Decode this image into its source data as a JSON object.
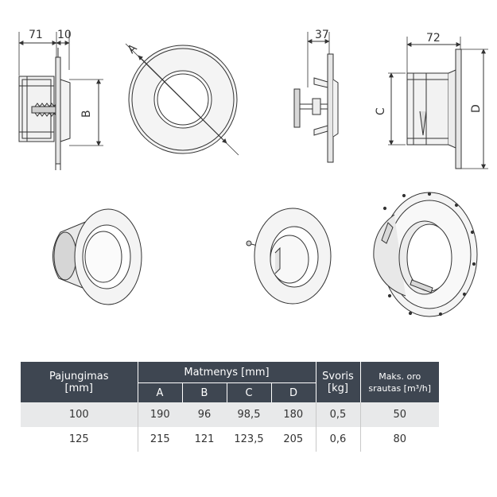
{
  "dimensions": {
    "front_depth": "71",
    "front_flange": "10",
    "front_height": "B",
    "front_view_diameter": "A",
    "side_depth": "37",
    "rear_depth": "72",
    "rear_inner": "C",
    "rear_outer": "D"
  },
  "table": {
    "col_connection": "Pajungimas",
    "col_connection_unit": "[mm]",
    "col_dimensions": "Matmenys [mm]",
    "col_a": "A",
    "col_b": "B",
    "col_c": "C",
    "col_d": "D",
    "col_weight": "Svoris",
    "col_weight_unit": "[kg]",
    "col_airflow_1": "Maks. oro",
    "col_airflow_2": "srautas [m³/h]",
    "rows": [
      {
        "connection": "100",
        "a": "190",
        "b": "96",
        "c": "98,5",
        "d": "180",
        "weight": "0,5",
        "airflow": "50"
      },
      {
        "connection": "125",
        "a": "215",
        "b": "121",
        "c": "123,5",
        "d": "205",
        "weight": "0,6",
        "airflow": "80"
      }
    ]
  },
  "colors": {
    "header_bg": "#3e4651",
    "row_odd": "#e8e9ea",
    "line": "#333333"
  }
}
